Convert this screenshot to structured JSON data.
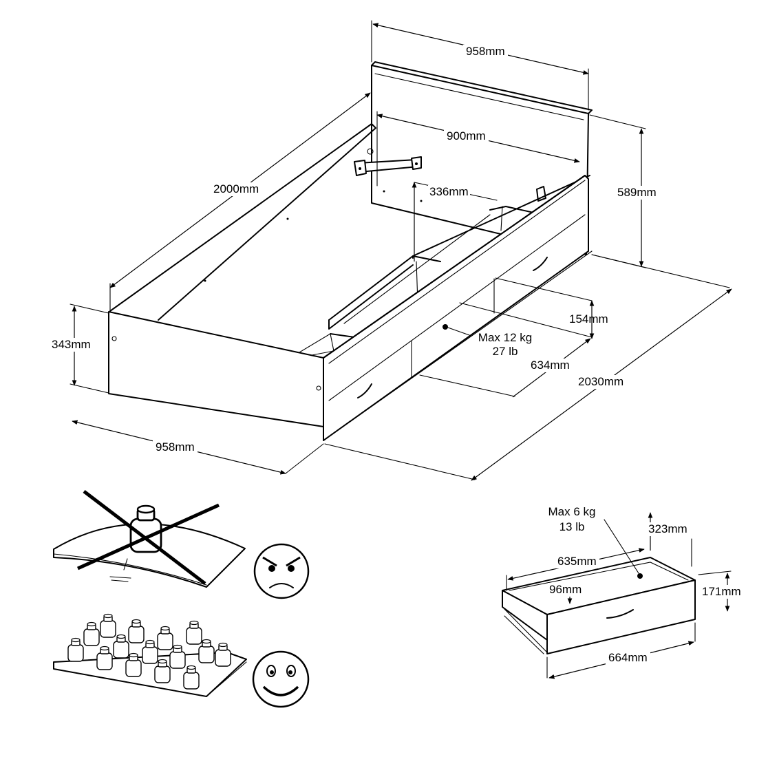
{
  "bed": {
    "headboard_width": "958mm",
    "inner_width": "900mm",
    "length": "2000mm",
    "headboard_height": "589mm",
    "gap_height": "336mm",
    "side_height": "343mm",
    "drawer_gap": "154mm",
    "load_metric": "Max 12 kg",
    "load_imperial": "27 lb",
    "drawer_depth": "634mm",
    "total_length": "2030mm",
    "front_width": "958mm"
  },
  "drawer": {
    "load_metric": "Max 6 kg",
    "load_imperial": "13 lb",
    "depth": "323mm",
    "inner_length": "635mm",
    "inner_height": "96mm",
    "height": "171mm",
    "length": "664mm"
  },
  "icons": {
    "bad": "angry-face-icon",
    "good": "happy-face-icon",
    "weight": "weight-icon"
  }
}
